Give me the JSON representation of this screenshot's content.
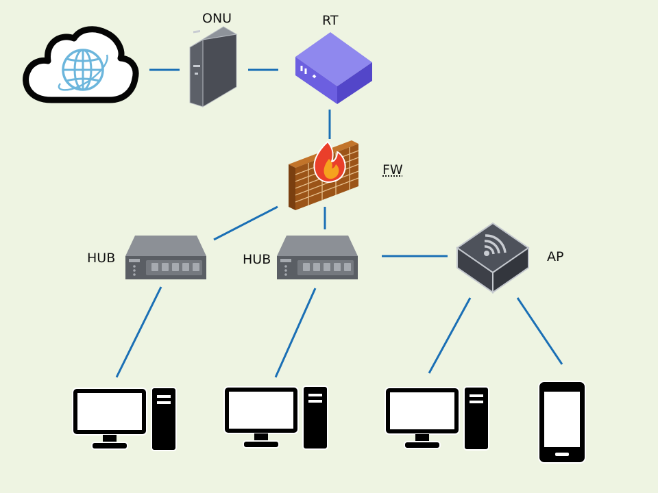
{
  "diagram": {
    "link_color": "#1a6fb5",
    "labels": {
      "onu": "ONU",
      "rt": "RT",
      "fw": "FW",
      "hub1": "HUB",
      "hub2": "HUB",
      "ap": "AP"
    },
    "nodes": [
      {
        "id": "cloud",
        "icon": "cloud-globe-icon"
      },
      {
        "id": "onu",
        "icon": "server-tower-icon"
      },
      {
        "id": "rt",
        "icon": "router-box-icon"
      },
      {
        "id": "fw",
        "icon": "firewall-icon"
      },
      {
        "id": "hub1",
        "icon": "hub-switch-icon"
      },
      {
        "id": "hub2",
        "icon": "hub-switch-icon"
      },
      {
        "id": "ap",
        "icon": "wifi-access-point-icon"
      },
      {
        "id": "pc1",
        "icon": "desktop-pc-icon"
      },
      {
        "id": "pc2",
        "icon": "desktop-pc-icon"
      },
      {
        "id": "pc3",
        "icon": "desktop-pc-icon"
      },
      {
        "id": "phone",
        "icon": "smartphone-icon"
      }
    ],
    "links": [
      [
        "cloud",
        "onu"
      ],
      [
        "onu",
        "rt"
      ],
      [
        "rt",
        "fw"
      ],
      [
        "fw",
        "hub1"
      ],
      [
        "fw",
        "hub2"
      ],
      [
        "hub2",
        "ap"
      ],
      [
        "hub1",
        "pc1"
      ],
      [
        "hub2",
        "pc2"
      ],
      [
        "ap",
        "pc3"
      ],
      [
        "ap",
        "phone"
      ]
    ]
  }
}
